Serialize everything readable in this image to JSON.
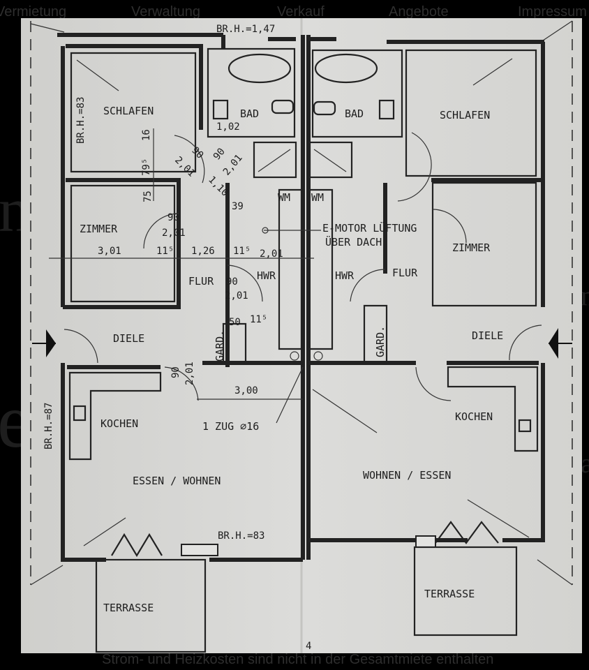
{
  "nav": {
    "items": [
      "Vermietung",
      "Verwaltung",
      "Verkauf",
      "Angebote",
      "Impressum"
    ]
  },
  "ghost_chars": [
    "n",
    "e",
    "n",
    "a"
  ],
  "floorplan": {
    "left": {
      "schlafen": "SCHLAFEN",
      "bad": "BAD",
      "zimmer": "ZIMMER",
      "flur": "FLUR",
      "hwr": "HWR",
      "diele": "DIELE",
      "gard": "GARD.",
      "kochen": "KOCHEN",
      "essen_wohnen": "ESSEN / WOHNEN",
      "terrasse": "TERRASSE"
    },
    "right": {
      "schlafen": "SCHLAFEN",
      "bad": "BAD",
      "zimmer": "ZIMMER",
      "flur": "FLUR",
      "hwr": "HWR",
      "diele": "DIELE",
      "gard": "GARD.",
      "kochen": "KOCHEN",
      "wohnen_essen": "WOHNEN / ESSEN",
      "terrasse": "TERRASSE"
    },
    "wm": "WM",
    "annotation_line1": "E-MOTOR LÜFTUNG",
    "annotation_line2": "ÜBER DACH",
    "zug": "1 ZUG ⌀16",
    "sheet_number": "4",
    "dims": {
      "br_h_top": "BR.H.=1,47",
      "br_h_left": "BR.H.=83",
      "br_h_left_lower": "BR.H.=87",
      "br_h_bottom": "BR.H.=83",
      "d_102": "1,02",
      "d_16": "16",
      "d_795": "79⁵",
      "d_75": "75",
      "d_90a": "90",
      "d_201a": "2,01",
      "d_301": "3,01",
      "d_115a": "11⁵",
      "d_126": "1,26",
      "d_115b": "11⁵",
      "d_201b": "2,01",
      "d_39": "39",
      "d_90b": "90",
      "d_201c": "2,01",
      "d_50": "50",
      "d_115c": "11⁵",
      "d_90c": "90",
      "d_201d": "2,01",
      "d_300": "3,00",
      "d_90d": "90",
      "d_201e": "2,01",
      "d_90e": "90",
      "d_201f": "2,01",
      "d_110": "1,10"
    }
  },
  "footer": {
    "text": "Strom- und Heizkosten sind nicht in der Gesamtmiete enthalten"
  }
}
